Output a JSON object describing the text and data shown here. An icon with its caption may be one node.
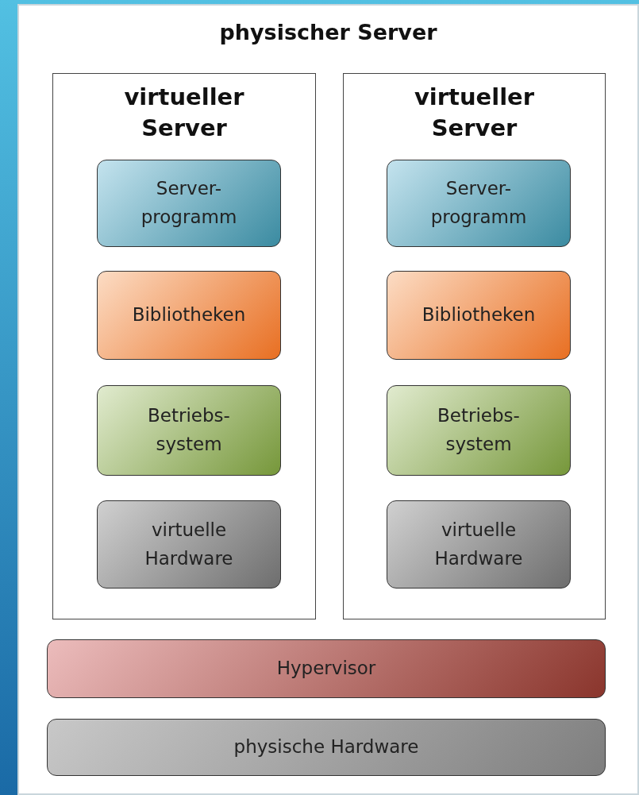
{
  "diagram": {
    "nodes": [
      {
        "text": [
          "physischer Server"
        ]
      },
      {
        "text": [
          "virtueller Server"
        ],
        "in": 0
      },
      {
        "text": [
          "Server- programm"
        ],
        "in": 1
      },
      {
        "text": [
          "Bibliotheken"
        ],
        "in": 1
      },
      {
        "text": [
          "Betriebs- system"
        ],
        "in": 1
      },
      {
        "text": [
          "virtuelle Hardware"
        ],
        "in": 1
      },
      {
        "text": [
          "virtueller Server"
        ],
        "in": 0
      },
      {
        "text": [
          "Server- programm"
        ],
        "in": 6
      },
      {
        "text": [
          "Bibliotheken"
        ],
        "in": 6
      },
      {
        "text": [
          "Betriebs- system"
        ],
        "in": 6
      },
      {
        "text": [
          "virtuelle Hardware"
        ],
        "in": 6
      },
      {
        "text": [
          "Hypervisor"
        ],
        "in": 0
      },
      {
        "text": [
          "physische Hardware"
        ],
        "in": 0
      }
    ]
  }
}
